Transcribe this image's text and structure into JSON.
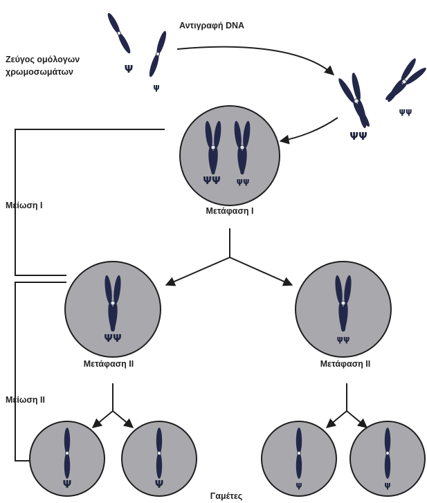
{
  "colors": {
    "cell_fill": "#a9a9ad",
    "cell_outline": "#1e1e1e",
    "chromosome": "#23284a",
    "text": "#222222"
  },
  "labels": {
    "dna_replication": "Αντιγραφή DNA",
    "homolog_pair_line1": "Ζεύγος ομόλογων",
    "homolog_pair_line2": "χρωμοσωμάτων",
    "meiosis_1": "Μείωση Ι",
    "meiosis_2": "Μείωση ΙΙ",
    "metaphase_1": "Μετάφαση Ι",
    "metaphase_2_left": "Μετάφαση ΙΙ",
    "metaphase_2_right": "Μετάφαση ΙΙ",
    "gametes": "Γαμέτες"
  },
  "genes": {
    "dominant": "Ψ",
    "recessive": "ψ",
    "dominant_pair": "ΨΨ",
    "recessive_pair": "ψψ"
  }
}
